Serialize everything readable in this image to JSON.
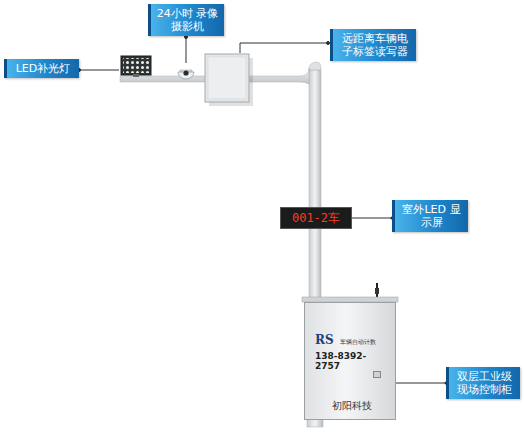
{
  "diagram": {
    "nodes": [
      {
        "text": [
          "24小时 录像摄影机"
        ]
      },
      {
        "text": [
          "LED补光灯"
        ]
      },
      {
        "text": [
          "远距离车辆电 子标签读写器"
        ]
      },
      {
        "text": [
          "001-2车"
        ]
      },
      {
        "text": [
          "室外LED 显示屏"
        ]
      },
      {
        "text": [
          "RS",
          "车辆自动计数",
          "138-8392-2757",
          "初阳科技"
        ]
      },
      {
        "text": [
          "双层工业级 现场控制柜"
        ]
      }
    ],
    "edges": [
      {
        "from": 4,
        "to": 3,
        "arrow": "none"
      },
      {
        "from": 6,
        "to": 5,
        "arrow": "none"
      }
    ]
  }
}
